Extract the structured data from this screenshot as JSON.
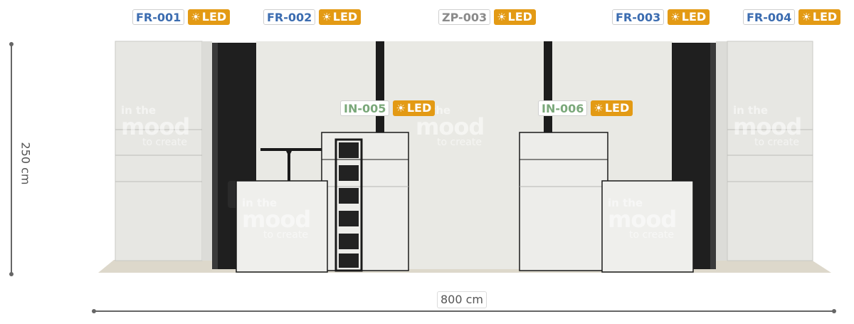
{
  "modules": [
    {
      "code": "FR-001",
      "code_color": "#3b6cb0",
      "led": "LED"
    },
    {
      "code": "FR-002",
      "code_color": "#3b6cb0",
      "led": "LED"
    },
    {
      "code": "ZP-003",
      "code_color": "#8a8a8a",
      "led": "LED"
    },
    {
      "code": "FR-003",
      "code_color": "#3b6cb0",
      "led": "LED"
    },
    {
      "code": "FR-004",
      "code_color": "#3b6cb0",
      "led": "LED"
    },
    {
      "code": "IN-005",
      "code_color": "#7aa87a",
      "led": "LED"
    },
    {
      "code": "IN-006",
      "code_color": "#7aa87a",
      "led": "LED"
    }
  ],
  "led_color": "#e39a14",
  "led_icon": "sun-icon",
  "dimensions": {
    "width": "800 cm",
    "height": "250 cm"
  },
  "graphic": {
    "line1": "in the",
    "line2": "mood",
    "line3": "to create"
  }
}
